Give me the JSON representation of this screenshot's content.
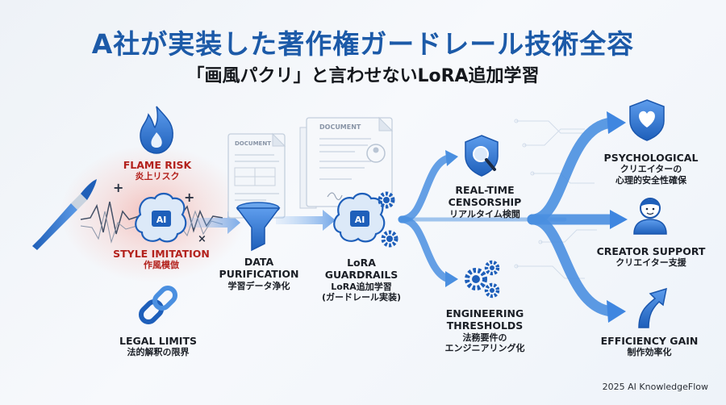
{
  "header": {
    "title": "A社が実装した著作権ガードレール技術全容",
    "subtitle": "「画風パクリ」と言わせないLoRA追加学習"
  },
  "risks": {
    "flame": {
      "en": "FLAME RISK",
      "ja": "炎上リスク"
    },
    "style": {
      "en": "STYLE IMITATION",
      "ja": "作風模倣",
      "badge": "AI"
    },
    "legal": {
      "en": "LEGAL LIMITS",
      "ja": "法的解釈の限界"
    }
  },
  "process": {
    "doc_left": "DOCUMENT",
    "doc_right": "DOCUMENT",
    "purification": {
      "en1": "DATA",
      "en2": "PURIFICATION",
      "ja": "学習データ浄化"
    },
    "lora": {
      "en1": "LoRA",
      "en2": "GUARDRAILS",
      "ja1": "LoRA追加学習",
      "ja2": "(ガードレール実装)",
      "badge": "AI"
    }
  },
  "branches": {
    "censorship": {
      "en1": "REAL-TIME",
      "en2": "CENSORSHIP",
      "ja": "リアルタイム検閲"
    },
    "thresholds": {
      "en1": "ENGINEERING",
      "en2": "THRESHOLDS",
      "ja1": "法務要件の",
      "ja2": "エンジニアリング化"
    }
  },
  "outcomes": {
    "psychological": {
      "en": "PSYCHOLOGICAL",
      "ja1": "クリエイターの",
      "ja2": "心理的安全性確保"
    },
    "creator": {
      "en": "CREATOR SUPPORT",
      "ja": "クリエイター支援"
    },
    "efficiency": {
      "en": "EFFICIENCY GAIN",
      "ja": "制作効率化"
    }
  },
  "footer": {
    "credit": "2025 AI KnowledgeFlow"
  },
  "colors": {
    "accent": "#1c5aa8",
    "risk_red": "#b3211c",
    "flow_blue": "#4a8fe0"
  },
  "icons": [
    "flame-icon",
    "paintbrush-icon",
    "ai-brain-icon",
    "chain-link-icon",
    "funnel-icon",
    "document-icon",
    "gear-icon",
    "magnifier-shield-icon",
    "heart-shield-icon",
    "person-icon",
    "arrow-up-icon"
  ]
}
